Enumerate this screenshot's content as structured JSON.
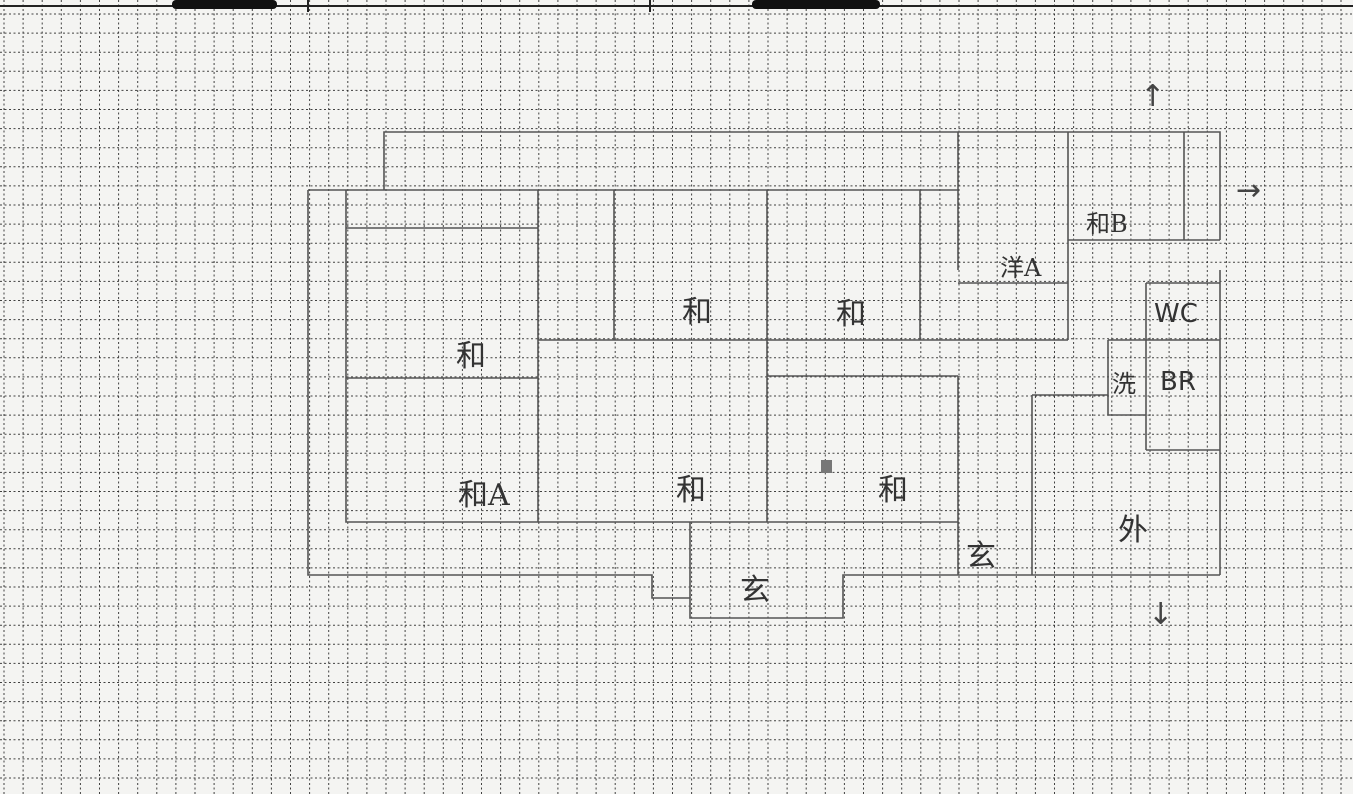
{
  "sheet": {
    "paper": "grid-paper",
    "background_color": "#f4f4f2",
    "grid_color": "#222222",
    "line_color": "#555555",
    "ink_color": "#333333"
  },
  "rooms": {
    "wa_top_left": "和",
    "wa_a": "和A",
    "wa_mid_upper_1": "和",
    "wa_mid_upper_2": "和",
    "wa_mid_lower_1": "和",
    "wa_mid_lower_2": "和",
    "wa_b": "和B",
    "western_a": "洋A",
    "wc": "WC",
    "bath": "BR",
    "washroom": "洗",
    "entrance_main": "玄",
    "entrance_side": "玄",
    "outside": "外"
  },
  "markers": {
    "up_arrow": "↑",
    "right_arrow": "→",
    "down_arrow": "↓"
  }
}
